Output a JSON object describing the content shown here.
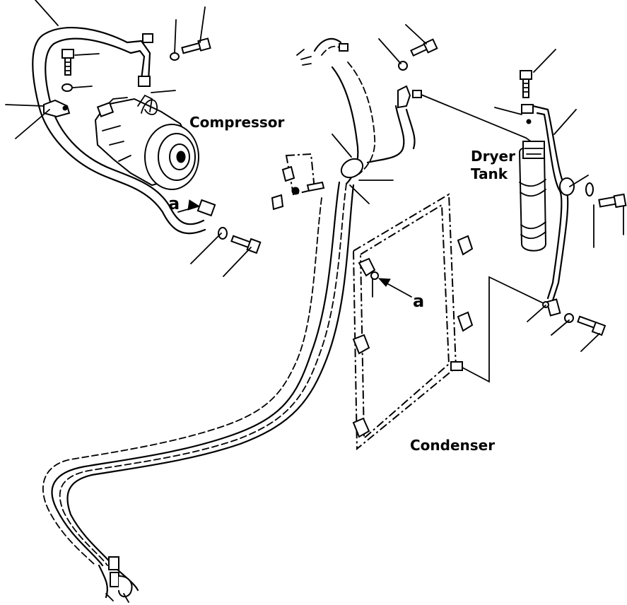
{
  "labels": {
    "compressor": "Compressor",
    "dryer_tank_line1": "Dryer",
    "dryer_tank_line2": "Tank",
    "condenser": "Condenser",
    "ref_a_1": "a",
    "ref_a_2": "a"
  },
  "colors": {
    "ink": "#000000",
    "paper": "#ffffff"
  }
}
